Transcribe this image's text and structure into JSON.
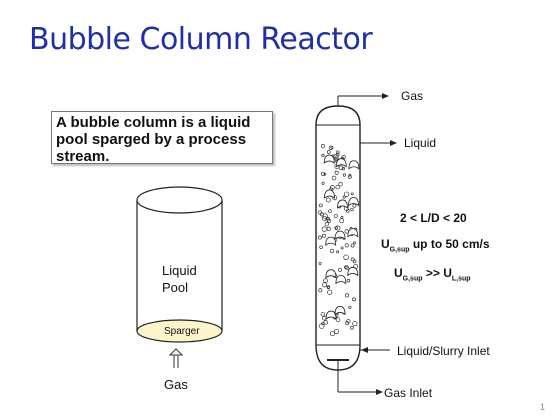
{
  "title": "Bubble Column Reactor",
  "textbox": "A bubble column is a liquid pool sparged by a process stream.",
  "left": {
    "pool_line1": "Liquid",
    "pool_line2": "Pool",
    "sparger": "Sparger",
    "gas": "Gas"
  },
  "right": {
    "gas_out": "Gas",
    "liquid_out": "Liquid",
    "ld_ratio": "2 < L/D < 20",
    "u_sup_sym": "U",
    "u_sup_sub": "G,sup",
    "u_sup_text": " up to 50 cm/s",
    "ratio_u1": "U",
    "ratio_u1_sub": "G,sup",
    "ratio_mid": " >> U",
    "ratio_u2_sub": "L,sup",
    "slurry_inlet": "Liquid/Slurry Inlet",
    "gas_inlet": "Gas Inlet"
  },
  "page_number": "1",
  "colors": {
    "title": "#1f2fa8",
    "sparger_fill": "#fdf5c9"
  }
}
